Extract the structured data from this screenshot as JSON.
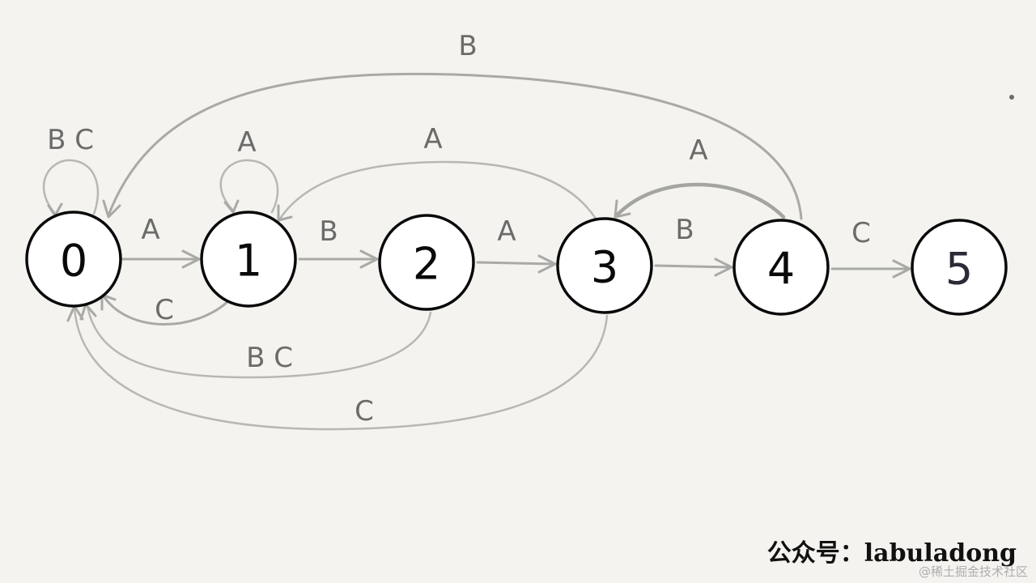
{
  "diagram": {
    "nodes": [
      {
        "id": "n0",
        "label": "0"
      },
      {
        "id": "n1",
        "label": "1"
      },
      {
        "id": "n2",
        "label": "2"
      },
      {
        "id": "n3",
        "label": "3"
      },
      {
        "id": "n4",
        "label": "4"
      },
      {
        "id": "n5",
        "label": "5"
      }
    ],
    "edges": [
      {
        "from": "0",
        "to": "0",
        "label": "B C"
      },
      {
        "from": "0",
        "to": "1",
        "label": "A"
      },
      {
        "from": "1",
        "to": "1",
        "label": "A"
      },
      {
        "from": "1",
        "to": "2",
        "label": "B"
      },
      {
        "from": "2",
        "to": "3",
        "label": "A"
      },
      {
        "from": "3",
        "to": "4",
        "label": "B"
      },
      {
        "from": "4",
        "to": "5",
        "label": "C"
      },
      {
        "from": "1",
        "to": "0",
        "label": "C"
      },
      {
        "from": "2",
        "to": "0",
        "label": "B C"
      },
      {
        "from": "3",
        "to": "0",
        "label": "C"
      },
      {
        "from": "3",
        "to": "1",
        "label": "A"
      },
      {
        "from": "4",
        "to": "3",
        "label": "A"
      },
      {
        "from": "4",
        "to": "0",
        "label": "B"
      }
    ]
  },
  "footer": {
    "text": "公众号：labuladong",
    "watermark": "@稀土掘金技术社区"
  }
}
